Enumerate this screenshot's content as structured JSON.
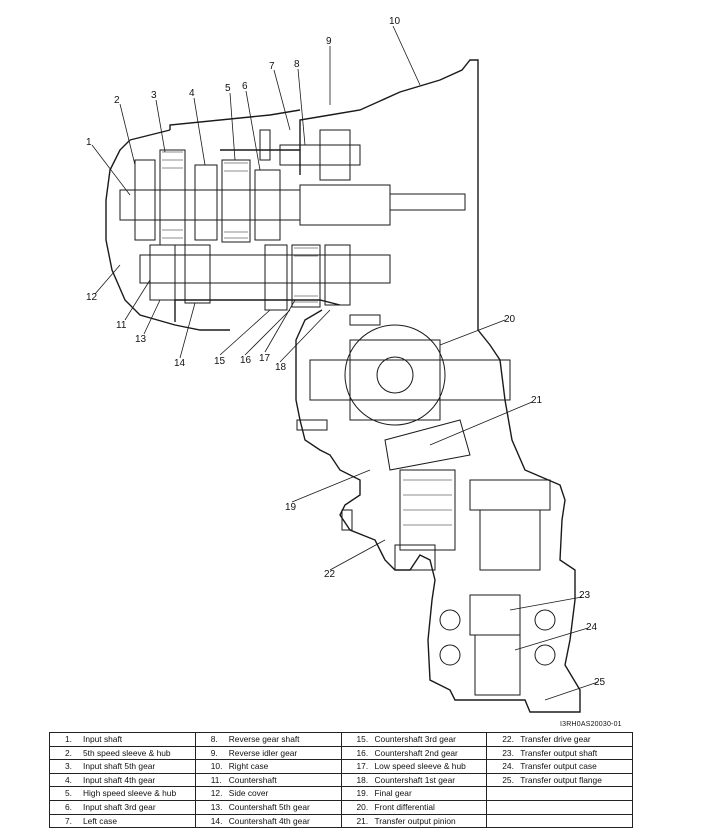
{
  "reference_code": "I3RH0AS20030-01",
  "callouts": [
    "1",
    "2",
    "3",
    "4",
    "5",
    "6",
    "7",
    "8",
    "9",
    "10",
    "11",
    "12",
    "13",
    "14",
    "15",
    "16",
    "17",
    "18",
    "19",
    "20",
    "21",
    "22",
    "23",
    "24",
    "25"
  ],
  "legend": [
    [
      {
        "n": "1.",
        "t": "Input shaft"
      },
      {
        "n": "8.",
        "t": "Reverse gear shaft"
      },
      {
        "n": "15.",
        "t": "Countershaft 3rd gear"
      },
      {
        "n": "22.",
        "t": "Transfer drive gear"
      }
    ],
    [
      {
        "n": "2.",
        "t": "5th speed sleeve & hub"
      },
      {
        "n": "9.",
        "t": "Reverse idler gear"
      },
      {
        "n": "16.",
        "t": "Countershaft 2nd gear"
      },
      {
        "n": "23.",
        "t": "Transfer output shaft"
      }
    ],
    [
      {
        "n": "3.",
        "t": "Input shaft 5th gear"
      },
      {
        "n": "10.",
        "t": "Right case"
      },
      {
        "n": "17.",
        "t": "Low speed sleeve & hub"
      },
      {
        "n": "24.",
        "t": "Transfer output case"
      }
    ],
    [
      {
        "n": "4.",
        "t": "Input shaft 4th gear"
      },
      {
        "n": "11.",
        "t": "Countershaft"
      },
      {
        "n": "18.",
        "t": "Countershaft 1st gear"
      },
      {
        "n": "25.",
        "t": "Transfer output flange"
      }
    ],
    [
      {
        "n": "5.",
        "t": "High speed sleeve & hub"
      },
      {
        "n": "12.",
        "t": "Side cover"
      },
      {
        "n": "19.",
        "t": "Final gear"
      },
      {
        "n": "",
        "t": ""
      }
    ],
    [
      {
        "n": "6.",
        "t": "Input shaft 3rd gear"
      },
      {
        "n": "13.",
        "t": "Countershaft 5th gear"
      },
      {
        "n": "20.",
        "t": "Front differential"
      },
      {
        "n": "",
        "t": ""
      }
    ],
    [
      {
        "n": "7.",
        "t": "Left case"
      },
      {
        "n": "14.",
        "t": "Countershaft 4th gear"
      },
      {
        "n": "21.",
        "t": "Transfer output pinion"
      },
      {
        "n": "",
        "t": ""
      }
    ]
  ]
}
